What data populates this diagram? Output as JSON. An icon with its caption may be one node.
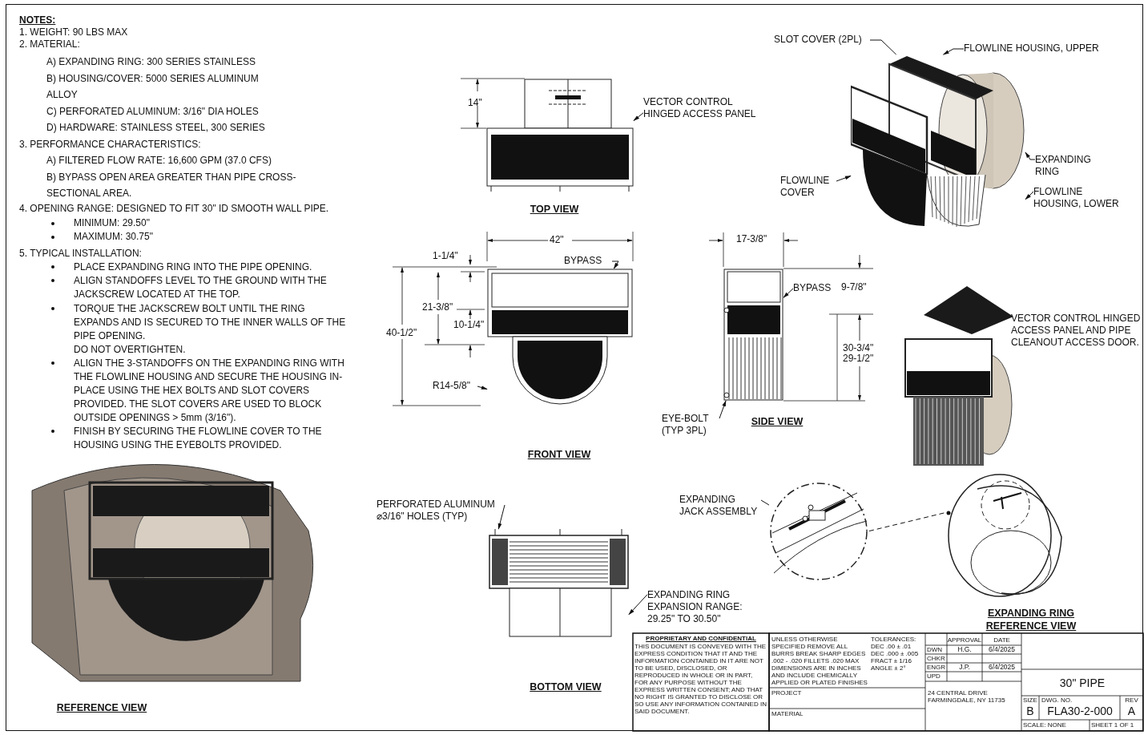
{
  "diagram": {
    "nodes": [
      {
        "text": [
          "VECTOR CONTROL HINGED ACCESS PANEL"
        ]
      },
      {
        "text": [],
        "shape": "picture",
        "beside": [
          "TOP VIEW"
        ]
      },
      {
        "text": [
          "SLOT COVER (2PL)"
        ]
      },
      {
        "text": [
          "FLOWLINE HOUSING, UPPER"
        ]
      },
      {
        "text": [],
        "shape": "picture"
      },
      {
        "text": [
          "EXPANDING RING"
        ]
      },
      {
        "text": [
          "FLOWLINE COVER"
        ]
      },
      {
        "text": [
          "FLOWLINE HOUSING, LOWER"
        ]
      },
      {
        "text": [
          "BYPASS"
        ]
      },
      {
        "text": [],
        "shape": "picture"
      },
      {
        "text": [
          "R14-5/8\""
        ]
      },
      {
        "text": [
          "BYPASS"
        ]
      },
      {
        "text": [],
        "shape": "picture",
        "beside": [
          "SIDE VIEW"
        ]
      },
      {
        "text": [
          "EYE-BOLT (TYP 3PL)"
        ]
      },
      {
        "text": [
          "PERFORATED ALUMINUM ⌀3/16\" HOLES (TYP)"
        ]
      },
      {
        "text": [],
        "shape": "picture"
      },
      {
        "text": [
          "EXPANDING RING EXPANSION RANGE: 29.25\" TO 30.50\""
        ]
      },
      {
        "text": [
          "EXPANDING JACK ASSEMBLY"
        ]
      },
      {
        "text": [],
        "shape": "picture"
      },
      {
        "text": [],
        "shape": "picture",
        "beside": [
          "EXPANDING RING REFERENCE VIEW"
        ]
      }
    ],
    "edges": [
      {
        "from": 0,
        "to": 1,
        "arrow": "to"
      },
      {
        "from": 2,
        "to": 4,
        "arrow": "none"
      },
      {
        "from": 3,
        "to": 4,
        "arrow": "to"
      },
      {
        "from": 5,
        "to": 4,
        "arrow": "to"
      },
      {
        "from": 6,
        "to": 4,
        "arrow": "to"
      },
      {
        "from": 7,
        "to": 4,
        "arrow": "to"
      },
      {
        "from": 8,
        "to": 9,
        "arrow": "to"
      },
      {
        "from": 10,
        "to": 9,
        "arrow": "to"
      },
      {
        "from": 11,
        "to": 12,
        "arrow": "to"
      },
      {
        "from": 13,
        "to": 12,
        "arrow": "to"
      },
      {
        "from": 14,
        "to": 15,
        "arrow": "to"
      },
      {
        "from": 16,
        "to": 15,
        "arrow": "to"
      },
      {
        "from": 17,
        "to": 18,
        "arrow": "none"
      },
      {
        "from": 18,
        "to": 19,
        "arrow": "none",
        "style": "dashed"
      }
    ],
    "labels": [
      "NOTES:",
      "1. WEIGHT: 90 LBS MAX",
      "2. MATERIAL:",
      "A) EXPANDING RING: 300 SERIES STAINLESS",
      "B) HOUSING/COVER: 5000 SERIES ALUMINUM ALLOY",
      "C) PERFORATED ALUMINUM: 3/16\" DIA HOLES",
      "D) HARDWARE: STAINLESS STEEL, 300 SERIES",
      "3. PERFORMANCE CHARACTERISTICS:",
      "A) FILTERED FLOW RATE: 16,600 GPM (37.0 CFS)",
      "B) BYPASS OPEN AREA GREATER THAN PIPE CROSS-SECTIONAL AREA.",
      "4. OPENING RANGE: DESIGNED TO FIT 30\" ID SMOOTH WALL PIPE.",
      "MINIMUM: 29.50\"",
      "MAXIMUM: 30.75\"",
      "5. TYPICAL INSTALLATION:",
      "PLACE EXPANDING RING INTO THE PIPE OPENING.",
      "ALIGN STANDOFFS LEVEL TO THE GROUND WITH THE JACKSCREW LOCATED AT THE TOP.",
      "TORQUE THE JACKSCREW BOLT UNTIL THE RING EXPANDS AND IS SECURED TO THE INNER WALLS OF THE PIPE OPENING.",
      "DO NOT OVERTIGHTEN.",
      "ALIGN THE 3-STANDOFFS ON THE EXPANDING RING WITH THE FLOWLINE HOUSING AND SECURE THE HOUSING IN-PLACE USING THE HEX BOLTS AND SLOT COVERS PROVIDED. THE SLOT COVERS ARE USED TO BLOCK OUTSIDE OPENINGS > 5mm (3/16\").",
      "FINISH BY SECURING THE FLOWLINE COVER TO THE HOUSING USING THE EYEBOLTS PROVIDED.",
      "14\"",
      "42\"",
      "1-1/4\"",
      "21-3/8\"",
      "10-1/4\"",
      "40-1/2\"",
      "17-3/8\"",
      "9-7/8\"",
      "30-3/4\"",
      "29-1/2\"",
      "VECTOR CONTROL HINGED ACCESS PANEL AND PIPE CLEANOUT ACCESS DOOR.",
      "FRONT VIEW",
      "BOTTOM VIEW",
      "REFERENCE VIEW",
      "PROPRIETARY AND CONFIDENTIAL",
      "THIS DOCUMENT IS CONVEYED WITH THE EXPRESS CONDITION THAT IT AND THE INFORMATION CONTAINED IN IT ARE NOT TO BE USED, DISCLOSED, OR REPRODUCED IN WHOLE OR IN PART, FOR ANY PURPOSE WITHOUT THE EXPRESS WRITTEN CONSENT; AND THAT NO RIGHT IS GRANTED TO DISCLOSE OR SO USE ANY INFORMATION CONTAINED IN SAID DOCUMENT.",
      "UNLESS OTHERWISE SPECIFIED REMOVE ALL BURRS BREAK SHARP EDGES .002 - .020 FILLETS .020 MAX DIMENSIONS ARE IN INCHES AND INCLUDE CHEMICALLY APPLIED OR PLATED FINISHES",
      "TOLERANCES: DEC .00 ± .01 DEC .000 ± .005 FRACT ± 1/16 ANGLE ± 2°",
      "APPROVAL",
      "DATE",
      "DWN",
      "H.G.",
      "6/4/2025",
      "CHKR",
      "ENGR",
      "J.P.",
      "6/4/2025",
      "UPD",
      "PROJECT",
      "MATERIAL",
      "24 CENTRAL DRIVE FARMINGDALE, NY 11735",
      "30\" PIPE",
      "SIZE",
      "B",
      "DWG. NO.",
      "FLA30-2-000",
      "REV",
      "A",
      "SCALE: NONE",
      "SHEET 1 OF 1"
    ]
  }
}
